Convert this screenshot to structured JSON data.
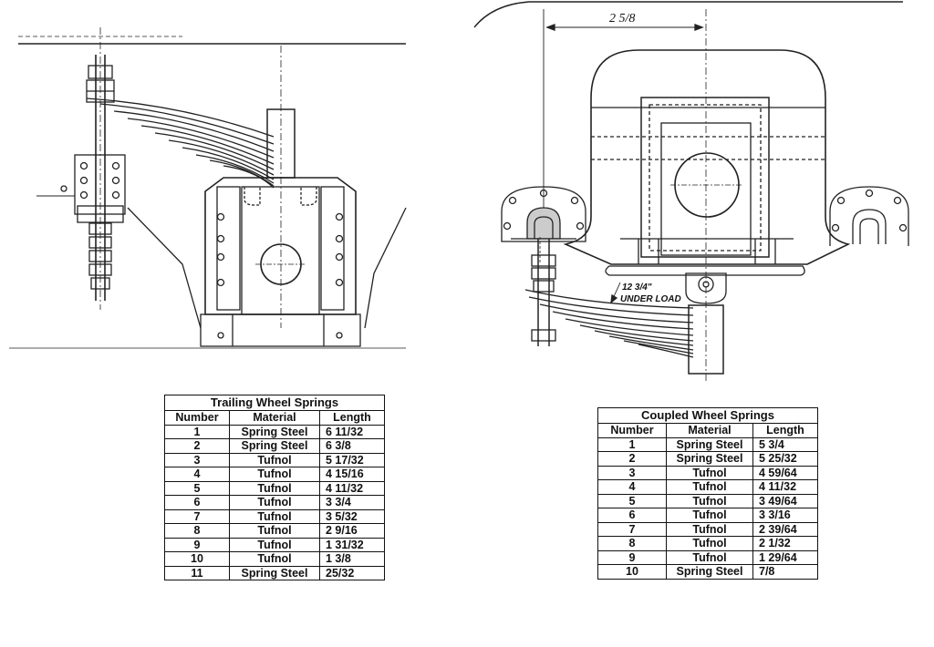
{
  "coupled_drawing": {
    "top_dimension": "2 5/8",
    "deflection_label": "12 3/4\"",
    "deflection_note": "UNDER LOAD"
  },
  "trailing_table": {
    "title": "Trailing Wheel Springs",
    "headers": [
      "Number",
      "Material",
      "Length"
    ],
    "rows": [
      [
        "1",
        "Spring Steel",
        "6 11/32"
      ],
      [
        "2",
        "Spring Steel",
        "6 3/8"
      ],
      [
        "3",
        "Tufnol",
        "5 17/32"
      ],
      [
        "4",
        "Tufnol",
        "4 15/16"
      ],
      [
        "5",
        "Tufnol",
        "4 11/32"
      ],
      [
        "6",
        "Tufnol",
        "3 3/4"
      ],
      [
        "7",
        "Tufnol",
        "3 5/32"
      ],
      [
        "8",
        "Tufnol",
        "2 9/16"
      ],
      [
        "9",
        "Tufnol",
        "1 31/32"
      ],
      [
        "10",
        "Tufnol",
        "1 3/8"
      ],
      [
        "11",
        "Spring Steel",
        "25/32"
      ]
    ]
  },
  "coupled_table": {
    "title": "Coupled Wheel Springs",
    "headers": [
      "Number",
      "Material",
      "Length"
    ],
    "rows": [
      [
        "1",
        "Spring Steel",
        "5 3/4"
      ],
      [
        "2",
        "Spring Steel",
        "5 25/32"
      ],
      [
        "3",
        "Tufnol",
        "4 59/64"
      ],
      [
        "4",
        "Tufnol",
        "4 11/32"
      ],
      [
        "5",
        "Tufnol",
        "3 49/64"
      ],
      [
        "6",
        "Tufnol",
        "3 3/16"
      ],
      [
        "7",
        "Tufnol",
        "2 39/64"
      ],
      [
        "8",
        "Tufnol",
        "2 1/32"
      ],
      [
        "9",
        "Tufnol",
        "1 29/64"
      ],
      [
        "10",
        "Spring Steel",
        "7/8"
      ]
    ]
  }
}
